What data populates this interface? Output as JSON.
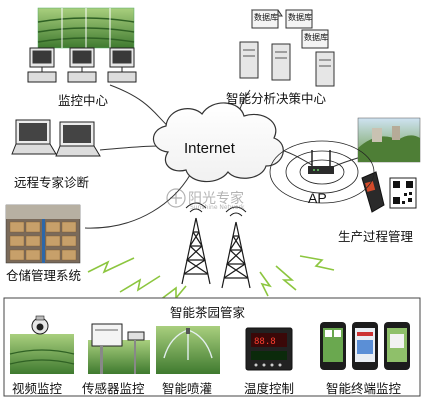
{
  "cloud": {
    "label": "Internet"
  },
  "ap": {
    "label": "AP"
  },
  "nodes": {
    "monitor_center": "监控中心",
    "analysis_center": "智能分析决策中心",
    "database_label": "数据库",
    "expert_diagnosis": "远程专家诊断",
    "production_mgmt": "生产过程管理",
    "warehouse_mgmt": "仓储管理系统"
  },
  "watermark": {
    "name": "阳光专家",
    "sub": "Sunshine Network"
  },
  "butler": {
    "title": "智能茶园管家",
    "items": [
      "视频监控",
      "传感器监控",
      "智能喷灌",
      "温度控制",
      "智能终端监控"
    ]
  },
  "colors": {
    "tower": "#1a1a1a",
    "lightning": "#8cc63f",
    "link": "#333333",
    "tea_green": "#4f8a3a",
    "panel_border": "#444444"
  }
}
